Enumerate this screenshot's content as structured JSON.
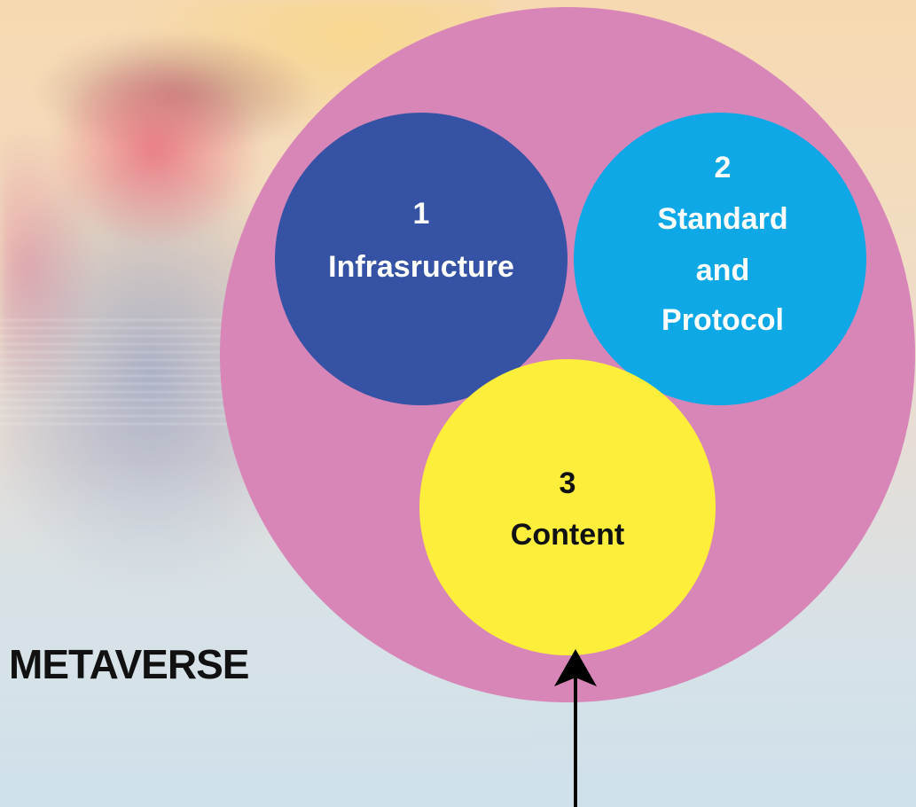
{
  "title": "METAVERSE",
  "circles": [
    {
      "number": "1",
      "lines": [
        "Infrasructure"
      ],
      "color": "#3552a4",
      "text_color": "#ffffff"
    },
    {
      "number": "2",
      "lines": [
        "Standard",
        "and",
        "Protocol"
      ],
      "color": "#0ea8e6",
      "text_color": "#ffffff"
    },
    {
      "number": "3",
      "lines": [
        "Content"
      ],
      "color": "#fcee3b",
      "text_color": "#111111"
    }
  ],
  "outer_color": "#d886b8"
}
